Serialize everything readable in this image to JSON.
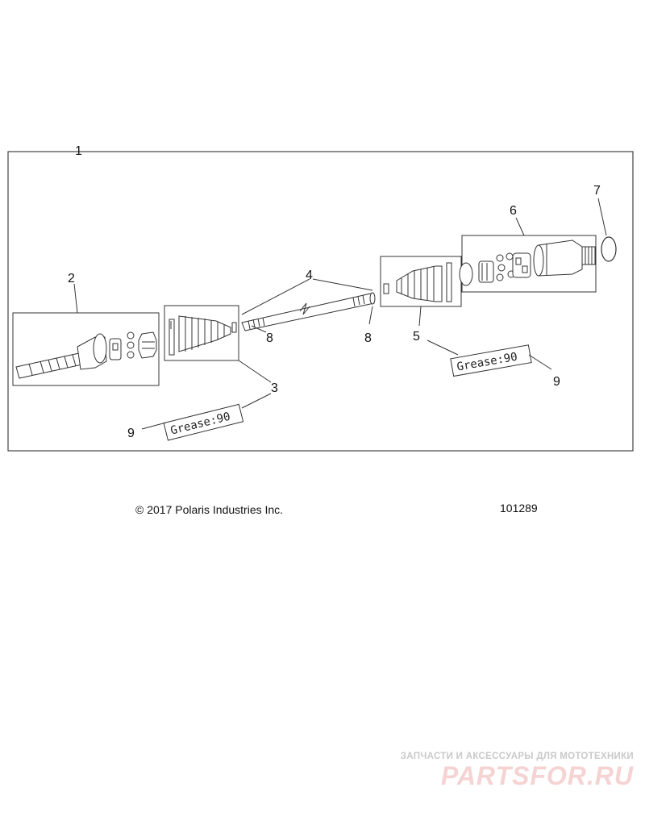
{
  "callouts": {
    "c1": "1",
    "c2": "2",
    "c3": "3",
    "c4": "4",
    "c5": "5",
    "c6": "6",
    "c7": "7",
    "c8a": "8",
    "c8b": "8",
    "c9a": "9",
    "c9b": "9"
  },
  "grease_labels": {
    "left": "Grease:90",
    "right": "Grease:90"
  },
  "footer": {
    "copyright": "© 2017 Polaris Industries Inc.",
    "drawing_number": "101289"
  },
  "watermark": {
    "tagline": "ЗАПЧАСТИ И АКСЕССУАРЫ ДЛЯ МОТОТЕХНИКИ",
    "logo": "PARTSFOR.RU"
  },
  "colors": {
    "line": "#333333",
    "background": "#ffffff",
    "watermark_logo": "#f6d3d3"
  }
}
